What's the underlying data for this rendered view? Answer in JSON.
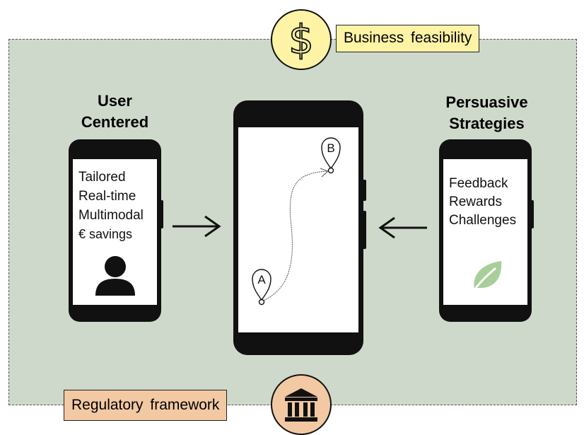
{
  "top_label": "Business feasibility",
  "bottom_label": "Regulatory framework",
  "left": {
    "heading_line1": "User",
    "heading_line2": "Centered",
    "items": [
      "Tailored",
      "Real-time",
      "Multimodal",
      "€ savings"
    ]
  },
  "right": {
    "heading_line1": "Persuasive",
    "heading_line2": "Strategies",
    "items": [
      "Feedback",
      "Rewards",
      "Challenges"
    ]
  },
  "center": {
    "pin_a": "A",
    "pin_b": "B"
  },
  "icons": {
    "top": "dollar-icon",
    "bottom": "bank-building-icon",
    "left_phone": "user-icon",
    "right_phone": "leaf-icon"
  },
  "colors": {
    "panel": "#cfd9cb",
    "business_fill": "#fff3a6",
    "regulatory_fill": "#f2c9a3",
    "leaf": "#a8cf9a"
  }
}
